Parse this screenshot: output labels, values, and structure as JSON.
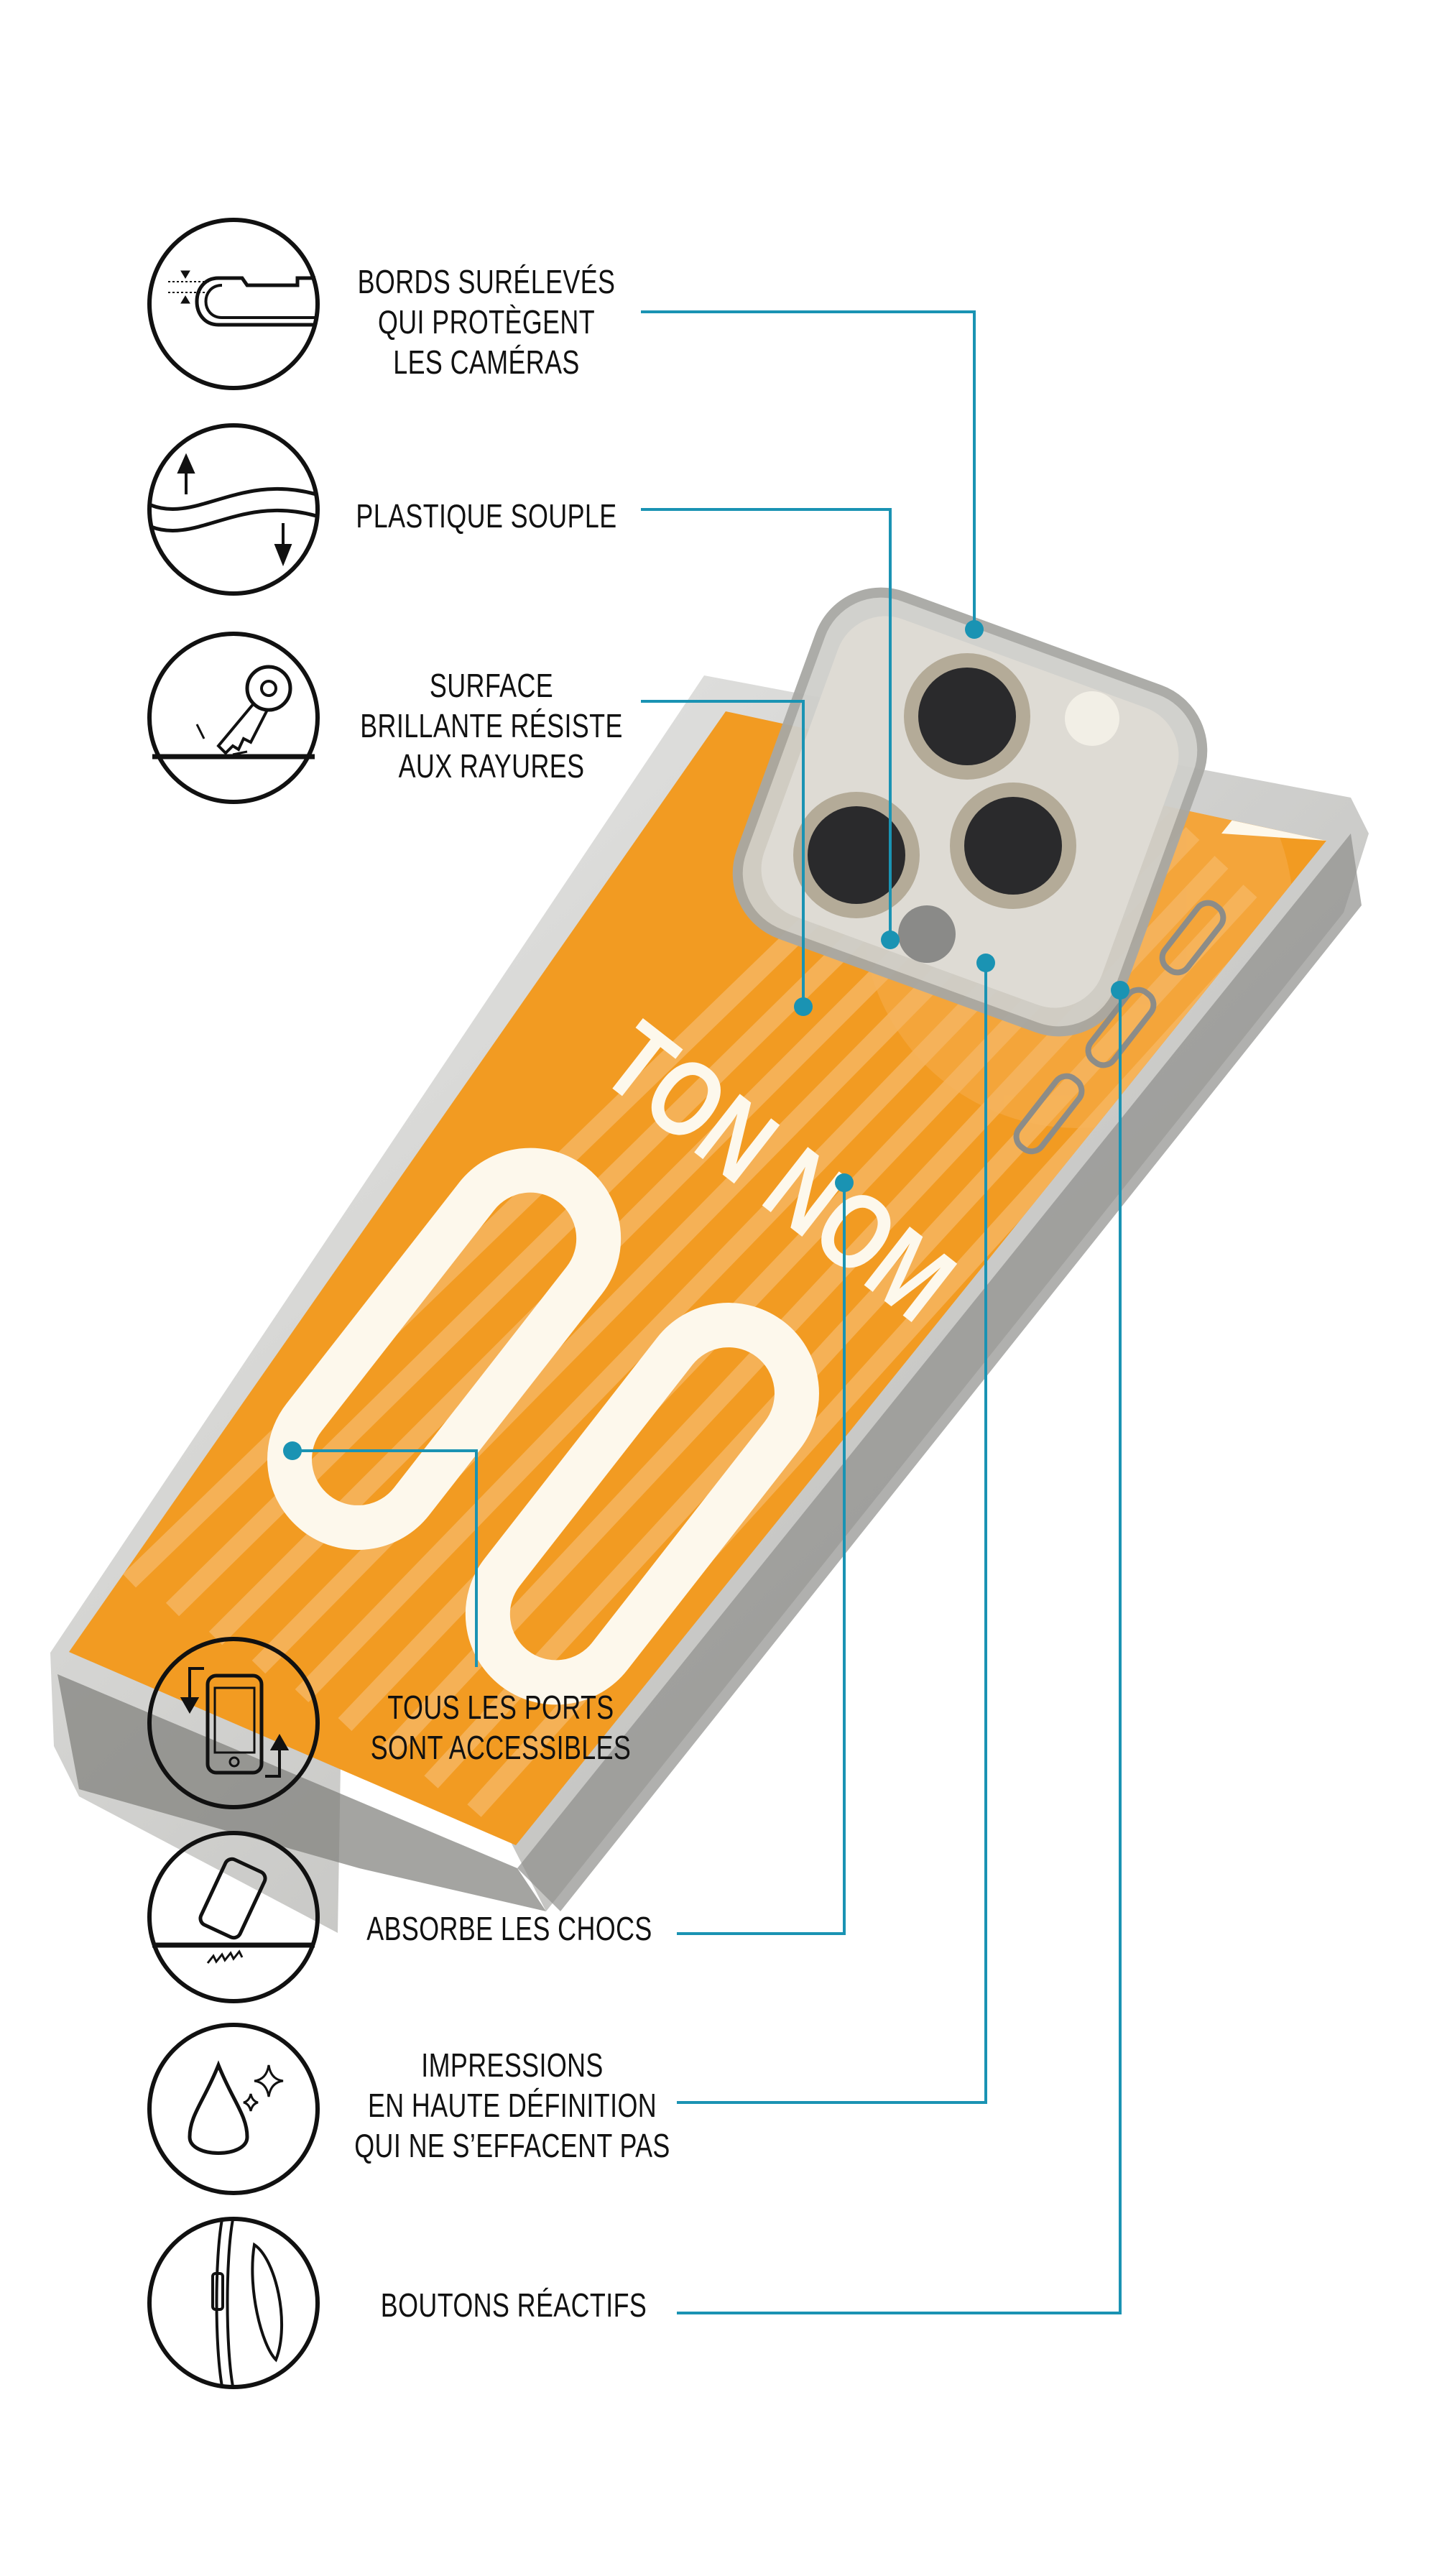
{
  "features": [
    {
      "id": "raised-edges",
      "lines": [
        "BORDS SURÉLEVÉS",
        "QUI PROTÈGENT",
        "LES CAMÉRAS"
      ],
      "icon": "raised-edge-icon"
    },
    {
      "id": "soft-plastic",
      "lines": [
        "PLASTIQUE SOUPLE"
      ],
      "icon": "flex-wave-icon"
    },
    {
      "id": "scratch-resistant",
      "lines": [
        "SURFACE",
        "BRILLANTE RÉSISTE",
        "AUX RAYURES"
      ],
      "icon": "key-scratch-icon"
    },
    {
      "id": "ports",
      "lines": [
        "TOUS LES PORTS",
        "SONT ACCESSIBLES"
      ],
      "icon": "phone-rotate-icon"
    },
    {
      "id": "shock",
      "lines": [
        "ABSORBE LES CHOCS"
      ],
      "icon": "phone-drop-icon"
    },
    {
      "id": "print",
      "lines": [
        "IMPRESSIONS",
        "EN HAUTE DÉFINITION",
        "QUI NE S’EFFACENT PAS"
      ],
      "icon": "water-drop-icon"
    },
    {
      "id": "buttons",
      "lines": [
        "BOUTONS RÉACTIFS"
      ],
      "icon": "side-button-icon"
    }
  ],
  "case": {
    "name_text": "TON NOM",
    "number_text": "00"
  },
  "colors": {
    "accent_line": "#1a93b3",
    "orange": "#f29b22",
    "stripe": "#f6b560",
    "cream": "#fdf8ec",
    "flag_orange": "#f07f1a",
    "flag_green": "#1a9a4a"
  }
}
